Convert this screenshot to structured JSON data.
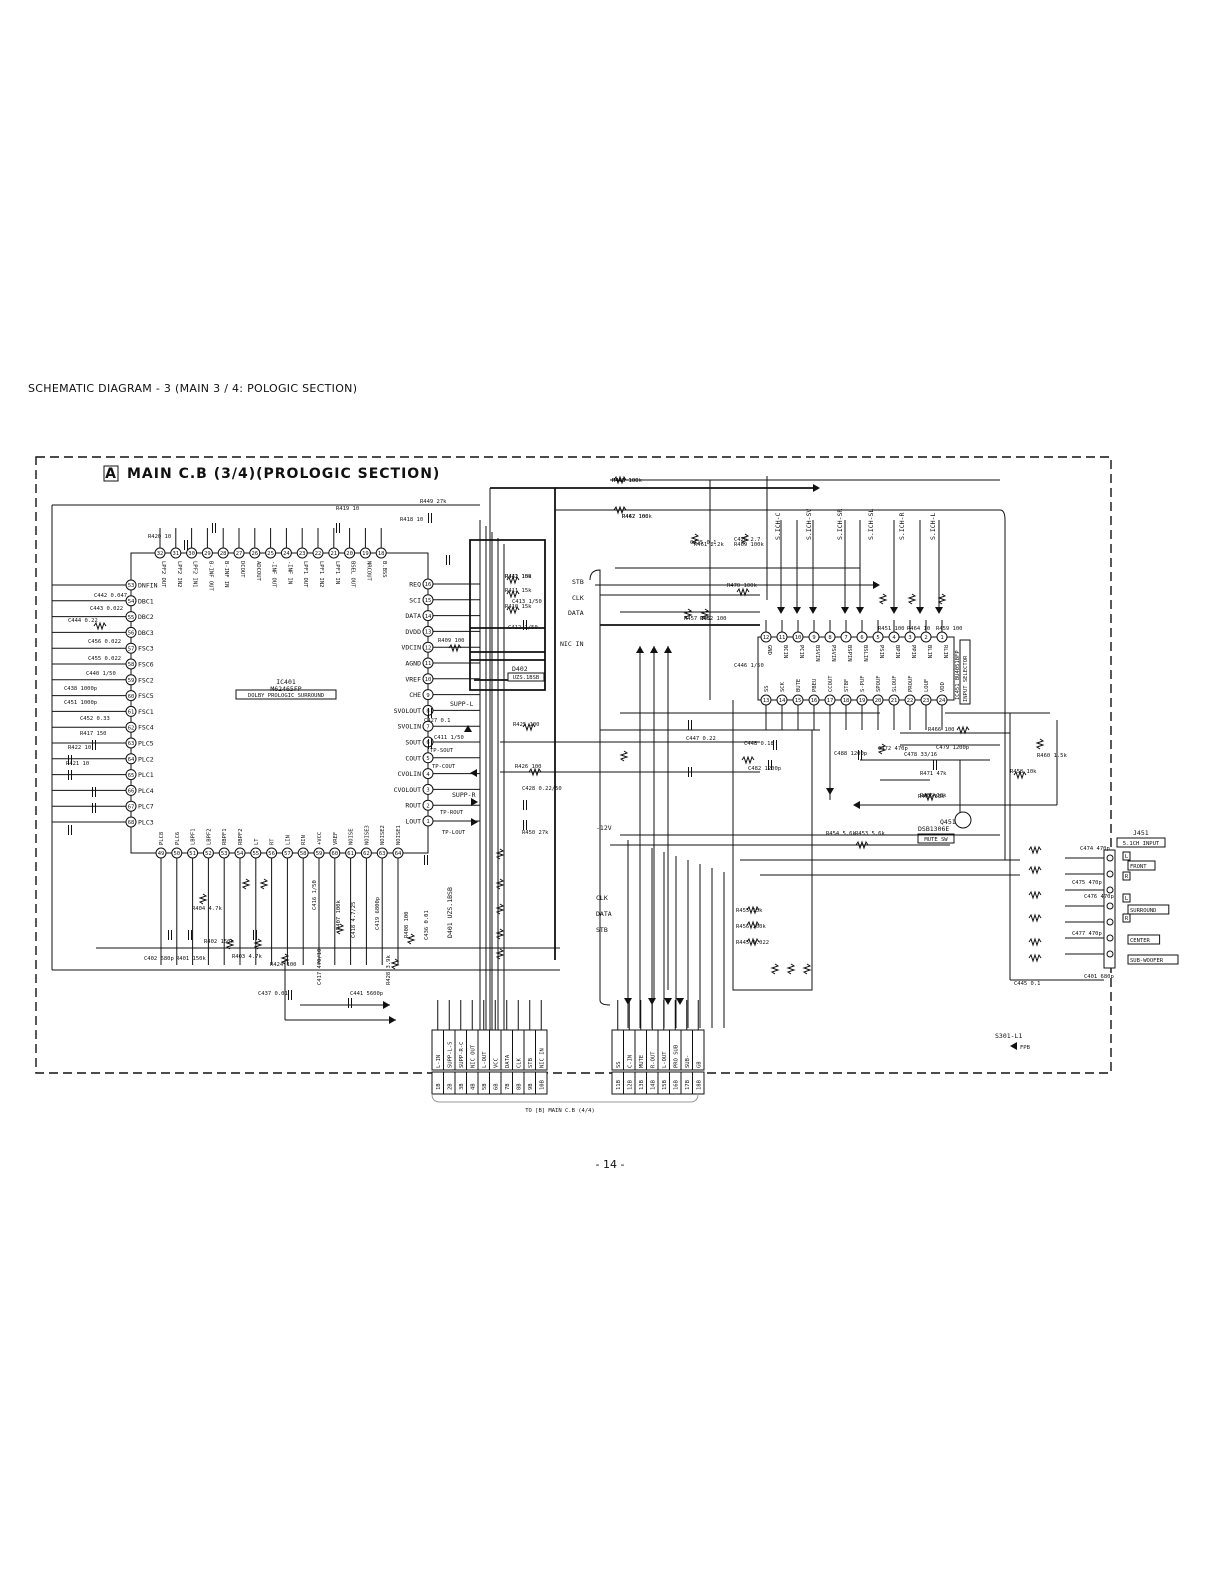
{
  "page": {
    "heading": "SCHEMATIC DIAGRAM - 3 (MAIN 3 / 4: POLOGIC SECTION)",
    "page_number": "- 14 -"
  },
  "diagram": {
    "block_letter": "A",
    "title": "MAIN C.B (3/4)(PROLOGIC SECTION)",
    "ic401": {
      "ref": "IC401",
      "part": "M62465FP",
      "desc": "DOLBY PROLOGIC SURROUND",
      "left_pins": [
        {
          "num": "53",
          "name": "DNFIN"
        },
        {
          "num": "54",
          "name": "DBC1"
        },
        {
          "num": "55",
          "name": "DBC2"
        },
        {
          "num": "56",
          "name": "DBC3"
        },
        {
          "num": "57",
          "name": "FSC3"
        },
        {
          "num": "58",
          "name": "FSC6"
        },
        {
          "num": "59",
          "name": "FSC2"
        },
        {
          "num": "60",
          "name": "FSC5"
        },
        {
          "num": "61",
          "name": "FSC1"
        },
        {
          "num": "62",
          "name": "FSC4"
        },
        {
          "num": "63",
          "name": "PLC5"
        },
        {
          "num": "64",
          "name": "PLC2"
        },
        {
          "num": "65",
          "name": "PLC1"
        },
        {
          "num": "66",
          "name": "PLC4"
        },
        {
          "num": "67",
          "name": "PLC7"
        },
        {
          "num": "68",
          "name": "PLC3"
        }
      ],
      "top_pins": [
        {
          "num": "32",
          "name": "LPF2 OUT"
        },
        {
          "num": "31",
          "name": "LPF2 IN2"
        },
        {
          "num": "30",
          "name": "LPF2 IN1"
        },
        {
          "num": "29",
          "name": "B-INF OUT"
        },
        {
          "num": "28",
          "name": "B-INF IN"
        },
        {
          "num": "27",
          "name": "DCOUT"
        },
        {
          "num": "26",
          "name": "ADCOUT"
        },
        {
          "num": "25",
          "name": "-INF OUT"
        },
        {
          "num": "24",
          "name": "-INF IN"
        },
        {
          "num": "23",
          "name": "LPF1 OUT"
        },
        {
          "num": "22",
          "name": "LPF1 IN2"
        },
        {
          "num": "21",
          "name": "LPF1 IN"
        },
        {
          "num": "20",
          "name": "BSEL OUT"
        },
        {
          "num": "19",
          "name": "NRCOUT"
        },
        {
          "num": "18",
          "name": "B.BSS"
        }
      ],
      "right_pins": [
        {
          "num": "16",
          "name": "REQ"
        },
        {
          "num": "15",
          "name": "SCI"
        },
        {
          "num": "14",
          "name": "DATA"
        },
        {
          "num": "13",
          "name": "DVDD"
        },
        {
          "num": "12",
          "name": "VDCIN"
        },
        {
          "num": "11",
          "name": "AGND"
        },
        {
          "num": "10",
          "name": "VREF"
        },
        {
          "num": "9",
          "name": "CHE"
        },
        {
          "num": "8",
          "name": "SVOLOUT"
        },
        {
          "num": "7",
          "name": "SVOLIN"
        },
        {
          "num": "6",
          "name": "SOUT"
        },
        {
          "num": "5",
          "name": "COUT"
        },
        {
          "num": "4",
          "name": "CVOLIN"
        },
        {
          "num": "3",
          "name": "CVOLOUT"
        },
        {
          "num": "2",
          "name": "ROUT"
        },
        {
          "num": "1",
          "name": "LOUT"
        }
      ],
      "bottom_pins": [
        {
          "num": "49",
          "name": "PLC8"
        },
        {
          "num": "50",
          "name": "PLC6"
        },
        {
          "num": "51",
          "name": "LBPF1"
        },
        {
          "num": "52",
          "name": "LBPF2"
        },
        {
          "num": "53",
          "name": "RBPF1"
        },
        {
          "num": "54",
          "name": "RBPF2"
        },
        {
          "num": "55",
          "name": "LT"
        },
        {
          "num": "56",
          "name": "RT"
        },
        {
          "num": "57",
          "name": "LIN"
        },
        {
          "num": "58",
          "name": "RIN"
        },
        {
          "num": "59",
          "name": "+VCC"
        },
        {
          "num": "60",
          "name": "VREF"
        },
        {
          "num": "61",
          "name": "NOISE"
        },
        {
          "num": "62",
          "name": "NOISE3"
        },
        {
          "num": "63",
          "name": "NOISE2"
        },
        {
          "num": "64",
          "name": "NOISE1"
        }
      ]
    },
    "ic451": {
      "ref": "IC451",
      "part": "BU4051BFP",
      "desc": "INPUT SELECTOR",
      "top_pins": [
        {
          "num": "12",
          "name": "GND"
        },
        {
          "num": "11",
          "name": "BCIN"
        },
        {
          "num": "10",
          "name": "PCIN"
        },
        {
          "num": "9",
          "name": "BSVIN"
        },
        {
          "num": "8",
          "name": "PSVIN"
        },
        {
          "num": "7",
          "name": "BSPIN"
        },
        {
          "num": "6",
          "name": "BSLIN"
        },
        {
          "num": "5",
          "name": "PSIN"
        },
        {
          "num": "4",
          "name": "BPIN"
        },
        {
          "num": "3",
          "name": "PPIN"
        },
        {
          "num": "2",
          "name": "BLIN"
        },
        {
          "num": "1",
          "name": "RLIN"
        }
      ],
      "bottom_pins": [
        {
          "num": "13",
          "name": "SS"
        },
        {
          "num": "14",
          "name": "SCK"
        },
        {
          "num": "15",
          "name": "BUTE"
        },
        {
          "num": "16",
          "name": "PBEU"
        },
        {
          "num": "17",
          "name": "CCOUT"
        },
        {
          "num": "18",
          "name": "STBF"
        },
        {
          "num": "19",
          "name": "S-PUF"
        },
        {
          "num": "20",
          "name": "SPOUF"
        },
        {
          "num": "21",
          "name": "SLOUF"
        },
        {
          "num": "22",
          "name": "PROUF"
        },
        {
          "num": "23",
          "name": "LOUF"
        },
        {
          "num": "24",
          "name": "VDD"
        }
      ]
    },
    "channel_inputs": [
      "S.ICH-C",
      "S.ICH-SV",
      "S.ICH-SR",
      "S.ICH-SL",
      "S.ICH-R",
      "S.ICH-L"
    ],
    "transistor": {
      "ref": "Q451",
      "part": "DSB1306E",
      "desc": "MUTE SW"
    },
    "diodes": [
      {
        "ref": "D402",
        "part": "UZS.1BSB"
      },
      {
        "ref": "D401",
        "part": "UZS.1BSB"
      }
    ],
    "connector_j451": {
      "ref": "J451",
      "name": "5.1CH INPUT",
      "labels": [
        "FRONT",
        "SURROUND",
        "CENTER",
        "SUB-WOOFER"
      ],
      "side_marks": [
        "L",
        "R",
        "L",
        "R"
      ]
    },
    "jack_note": {
      "ref": "S301-L1",
      "text": "FPB"
    },
    "connector_a": {
      "pins": [
        {
          "signal": "L-IN",
          "num": "1B"
        },
        {
          "signal": "SUPP-L-S",
          "num": "2B"
        },
        {
          "signal": "SUPP-R-C",
          "num": "3B"
        },
        {
          "signal": "NIC OUT",
          "num": "4B"
        },
        {
          "signal": "L-OUT",
          "num": "5B"
        },
        {
          "signal": "VCC",
          "num": "6B"
        },
        {
          "signal": "DATA",
          "num": "7B"
        },
        {
          "signal": "CLK",
          "num": "8B"
        },
        {
          "signal": "STB",
          "num": "9B"
        },
        {
          "signal": "NIC IN",
          "num": "10B"
        }
      ]
    },
    "connector_b": {
      "pins": [
        {
          "signal": "SS",
          "num": "11B"
        },
        {
          "signal": "C-IN",
          "num": "12B"
        },
        {
          "signal": "MUTE",
          "num": "13B"
        },
        {
          "signal": "R-OUT",
          "num": "14B"
        },
        {
          "signal": "L-OUT",
          "num": "15B"
        },
        {
          "signal": "PRO SUB",
          "num": "16B"
        },
        {
          "signal": "SUB-",
          "num": "17B"
        },
        {
          "signal": "GB",
          "num": "18B"
        }
      ]
    },
    "footer_ref": "TO [B] MAIN C.B (4/4)",
    "nets": {
      "stb": "STB",
      "clk": "CLK",
      "data": "DATA",
      "nic_in": "NIC IN",
      "supp_l": "SUPP-L",
      "supp_r": "SUPP-R",
      "tp_sout": "TP-SOUT",
      "tp_cout": "TP-COUT",
      "tp_rout": "TP-ROUT",
      "tp_lout": "TP-LOUT",
      "minus12": "-12V"
    },
    "components": [
      {
        "ref": "R468",
        "value": "100k"
      },
      {
        "ref": "R467",
        "value": "100k"
      },
      {
        "ref": "R412",
        "value": "15k"
      },
      {
        "ref": "R411",
        "value": "15k"
      },
      {
        "ref": "R410",
        "value": "15k"
      },
      {
        "ref": "R409",
        "value": "100"
      },
      {
        "ref": "R425",
        "value": "100"
      },
      {
        "ref": "R426",
        "value": "100"
      },
      {
        "ref": "C425",
        "value": "0.1"
      },
      {
        "ref": "C426",
        "value": "2.7"
      },
      {
        "ref": "C413",
        "value": "1/50"
      },
      {
        "ref": "C412",
        "value": "1/50"
      },
      {
        "ref": "C411",
        "value": "1/50"
      },
      {
        "ref": "C427",
        "value": "0.1"
      },
      {
        "ref": "C428",
        "value": "0.22/50"
      },
      {
        "ref": "R450",
        "value": "27k"
      },
      {
        "ref": "R449",
        "value": "27k"
      },
      {
        "ref": "R461",
        "value": "2.2k"
      },
      {
        "ref": "R469",
        "value": "100k"
      },
      {
        "ref": "R470",
        "value": "100k"
      },
      {
        "ref": "R457",
        "value": "100"
      },
      {
        "ref": "R452",
        "value": "100"
      },
      {
        "ref": "R451",
        "value": "100"
      },
      {
        "ref": "R464",
        "value": "10"
      },
      {
        "ref": "R459",
        "value": "100"
      },
      {
        "ref": "R466",
        "value": "100"
      },
      {
        "ref": "R460",
        "value": "1.5k"
      },
      {
        "ref": "R458",
        "value": "10k"
      },
      {
        "ref": "R465",
        "value": "10k"
      },
      {
        "ref": "R453",
        "value": "5.6k"
      },
      {
        "ref": "R454",
        "value": "5.6k"
      },
      {
        "ref": "R455",
        "value": "15k"
      },
      {
        "ref": "R456",
        "value": "100k"
      },
      {
        "ref": "R445",
        "value": "0.022"
      },
      {
        "ref": "C445",
        "value": "0.1"
      },
      {
        "ref": "C446",
        "value": "1/50"
      },
      {
        "ref": "C447",
        "value": "0.22"
      },
      {
        "ref": "C448",
        "value": "0.18"
      },
      {
        "ref": "C482",
        "value": "1200p"
      },
      {
        "ref": "C488",
        "value": "1200p"
      },
      {
        "ref": "C479",
        "value": "1200p"
      },
      {
        "ref": "C478",
        "value": "33/16"
      },
      {
        "ref": "R471",
        "value": "47k"
      },
      {
        "ref": "R472",
        "value": "33k"
      },
      {
        "ref": "C472",
        "value": "470p"
      },
      {
        "ref": "C474",
        "value": "470p"
      },
      {
        "ref": "C475",
        "value": "470p"
      },
      {
        "ref": "C476",
        "value": "470p"
      },
      {
        "ref": "C477",
        "value": "470p"
      },
      {
        "ref": "C401",
        "value": "680p"
      },
      {
        "ref": "C402",
        "value": "680p"
      },
      {
        "ref": "R401",
        "value": "150k"
      },
      {
        "ref": "R402",
        "value": "150k"
      },
      {
        "ref": "R403",
        "value": "4.7k"
      },
      {
        "ref": "R404",
        "value": "4.7k"
      },
      {
        "ref": "R424",
        "value": "100"
      },
      {
        "ref": "R428",
        "value": "3.9k"
      },
      {
        "ref": "R407",
        "value": "100k"
      },
      {
        "ref": "R408",
        "value": "100"
      },
      {
        "ref": "C417",
        "value": "470/10"
      },
      {
        "ref": "C418",
        "value": "4.7/25"
      },
      {
        "ref": "C416",
        "value": "1/50"
      },
      {
        "ref": "C419",
        "value": "6800p"
      },
      {
        "ref": "C436",
        "value": "0.01"
      },
      {
        "ref": "C437",
        "value": "0.01"
      },
      {
        "ref": "C441",
        "value": "5600p"
      },
      {
        "ref": "C442",
        "value": "0.047"
      },
      {
        "ref": "C443",
        "value": "0.022"
      },
      {
        "ref": "C444",
        "value": "0.22"
      },
      {
        "ref": "C456",
        "value": "0.022"
      },
      {
        "ref": "C455",
        "value": "0.022"
      },
      {
        "ref": "C440",
        "value": "1/50"
      },
      {
        "ref": "C438",
        "value": "1000p"
      },
      {
        "ref": "C451",
        "value": "1000p"
      },
      {
        "ref": "C452",
        "value": "0.33"
      },
      {
        "ref": "R417",
        "value": "150"
      },
      {
        "ref": "R422",
        "value": "10"
      },
      {
        "ref": "R421",
        "value": "10"
      },
      {
        "ref": "R420",
        "value": "10"
      },
      {
        "ref": "R419",
        "value": "10"
      },
      {
        "ref": "R418",
        "value": "10"
      },
      {
        "ref": "R443",
        "value": "100"
      },
      {
        "ref": "R442",
        "value": "100"
      },
      {
        "ref": "R441",
        "value": "100"
      }
    ]
  }
}
